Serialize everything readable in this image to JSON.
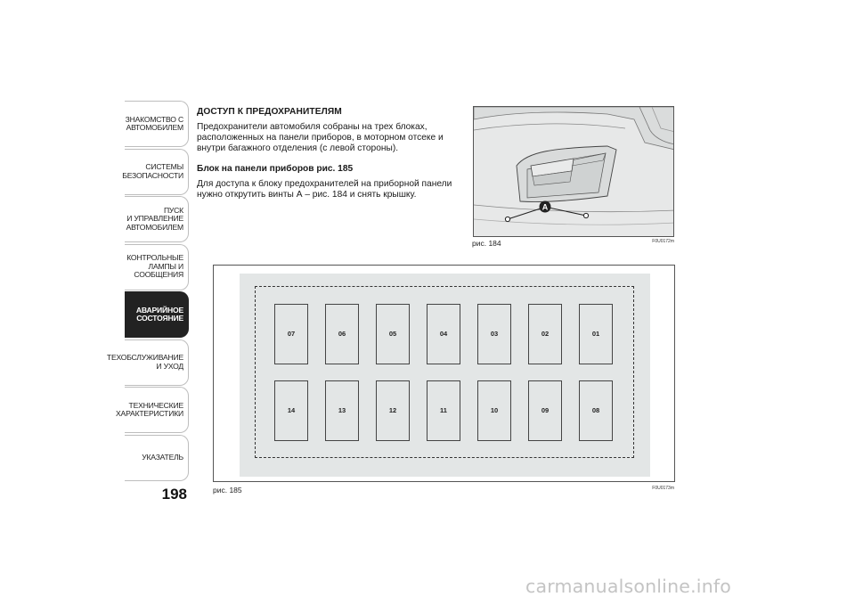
{
  "nav": {
    "tabs": [
      {
        "label": "ЗНАКОМСТВО С\nАВТОМОБИЛЕМ",
        "active": false
      },
      {
        "label": "СИСТЕМЫ\nБЕЗОПАСНОСТИ",
        "active": false
      },
      {
        "label": "ПУСК\nИ УПРАВЛЕНИЕ\nАВТОМОБИЛЕМ",
        "active": false
      },
      {
        "label": "КОНТРОЛЬНЫЕ\nЛАМПЫ И\nСООБЩЕНИЯ",
        "active": false
      },
      {
        "label": "АВАРИЙНОЕ\nСОСТОЯНИЕ",
        "active": true
      },
      {
        "label": "ТЕХОБСЛУЖИВАНИЕ\nИ УХОД",
        "active": false
      },
      {
        "label": "ТЕХНИЧЕСКИЕ\nХАРАКТЕРИСТИКИ",
        "active": false
      },
      {
        "label": "УКАЗАТЕЛЬ",
        "active": false
      }
    ]
  },
  "page_number": "198",
  "content": {
    "heading": "ДОСТУП К ПРЕДОХРАНИТЕЛЯМ",
    "intro": "Предохранители автомобиля собраны на трех блоках, расположенных на панели приборов, в моторном отсеке и внутри багажного отделения (с левой стороны).",
    "subheading": "Блок на панели приборов рис. 185",
    "body": "Для доступа к блоку предохранителей на приборной панели нужно открутить винты А – рис. 184 и снять крышку."
  },
  "figure184": {
    "marker": "A",
    "caption": "рис. 184",
    "code": "F0U0172m"
  },
  "figure185": {
    "caption": "рис. 185",
    "code": "F0U0173m",
    "fuses_top": [
      "07",
      "06",
      "05",
      "04",
      "03",
      "02",
      "01"
    ],
    "fuses_bottom": [
      "14",
      "13",
      "12",
      "11",
      "10",
      "09",
      "08"
    ]
  },
  "watermark": "carmanualsonline.info"
}
